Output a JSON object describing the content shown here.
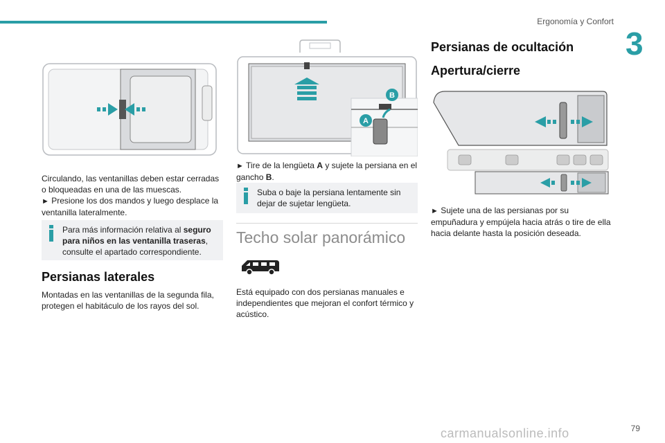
{
  "header": {
    "section_title": "Ergonomía y Confort",
    "chapter_number": "3"
  },
  "col1": {
    "para1": "Circulando, las ventanillas deben estar cerradas o bloqueadas en una de las muescas.",
    "bullet1_marker": "►",
    "bullet1": "Presione los dos mandos y luego desplace la ventanilla lateralmente.",
    "info_pre": "Para más información relativa al ",
    "info_bold": "seguro para niños en las ventanilla traseras",
    "info_post": ", consulte el apartado correspondiente.",
    "heading": "Persianas laterales",
    "para2": "Montadas en las ventanillas de la segunda fila, protegen el habitáculo de los rayos del sol."
  },
  "col2": {
    "label_a": "A",
    "label_b": "B",
    "bullet_marker": "►",
    "bullet_pre": "Tire de la lengüeta ",
    "bullet_a": "A",
    "bullet_mid": " y sujete la persiana en el gancho ",
    "bullet_b": "B",
    "bullet_post": ".",
    "info": "Suba o baje la persiana lentamente sin dejar de sujetar lengüeta.",
    "heading": "Techo solar panorámico",
    "para": "Está equipado con dos persianas manuales e independientes que mejoran el confort térmico y acústico."
  },
  "col3": {
    "heading1": "Persianas de ocultación",
    "heading2": "Apertura/cierre",
    "bullet_marker": "►",
    "bullet": "Sujete una de las persianas por su empuñadura y empújela hacia atrás o tire de ella hacia delante hasta la posición deseada."
  },
  "footer": {
    "page_number": "79",
    "watermark": "carmanualsonline.info"
  },
  "colors": {
    "accent": "#2a9ea6",
    "info_bg": "#f0f1f3",
    "muted_heading": "#8c8c8c"
  }
}
